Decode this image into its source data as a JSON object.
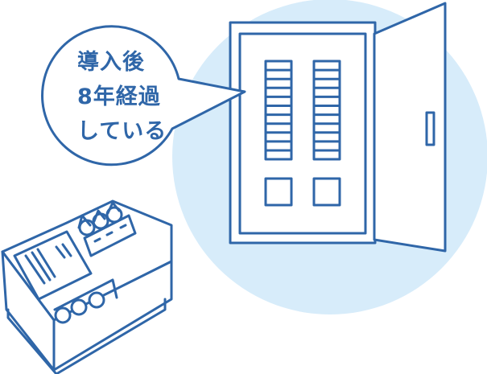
{
  "bubble": {
    "lines": [
      "導入後",
      "8年経過",
      "している"
    ]
  },
  "colors": {
    "stroke": "#2f66a8",
    "circle": "#d7ecfa",
    "fill": "#ffffff"
  },
  "elements": [
    "distribution-board-open",
    "power-meter",
    "speech-bubble"
  ]
}
